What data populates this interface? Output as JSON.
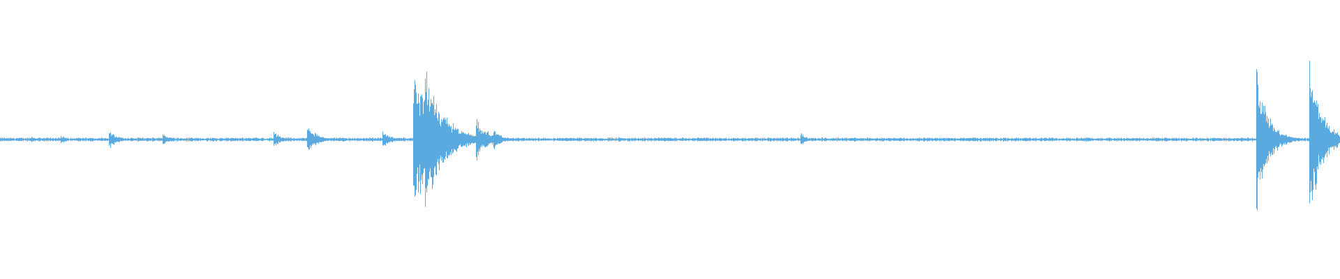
{
  "waveform": {
    "color": "#5aaae0",
    "background": "#ffffff",
    "baseline_amplitude": 0.02,
    "peaks": [
      {
        "t": 0.023,
        "amp": 0.05,
        "decay": 0.003
      },
      {
        "t": 0.045,
        "amp": 0.06,
        "decay": 0.004
      },
      {
        "t": 0.081,
        "amp": 0.13,
        "decay": 0.006
      },
      {
        "t": 0.121,
        "amp": 0.1,
        "decay": 0.005
      },
      {
        "t": 0.204,
        "amp": 0.11,
        "decay": 0.005
      },
      {
        "t": 0.229,
        "amp": 0.18,
        "decay": 0.007
      },
      {
        "t": 0.285,
        "amp": 0.12,
        "decay": 0.006
      },
      {
        "t": 0.308,
        "amp": 0.97,
        "decay": 0.012
      },
      {
        "t": 0.314,
        "amp": 0.55,
        "decay": 0.01
      },
      {
        "t": 0.317,
        "amp": 0.84,
        "decay": 0.014
      },
      {
        "t": 0.323,
        "amp": 0.3,
        "decay": 0.01
      },
      {
        "t": 0.355,
        "amp": 0.28,
        "decay": 0.006
      },
      {
        "t": 0.361,
        "amp": 0.16,
        "decay": 0.006
      },
      {
        "t": 0.368,
        "amp": 0.14,
        "decay": 0.006
      },
      {
        "t": 0.461,
        "amp": 0.04,
        "decay": 0.003
      },
      {
        "t": 0.597,
        "amp": 0.1,
        "decay": 0.004
      },
      {
        "t": 0.721,
        "amp": 0.03,
        "decay": 0.003
      },
      {
        "t": 0.937,
        "amp": 1.0,
        "decay": 0.008
      },
      {
        "t": 0.977,
        "amp": 0.97,
        "decay": 0.009
      }
    ]
  }
}
